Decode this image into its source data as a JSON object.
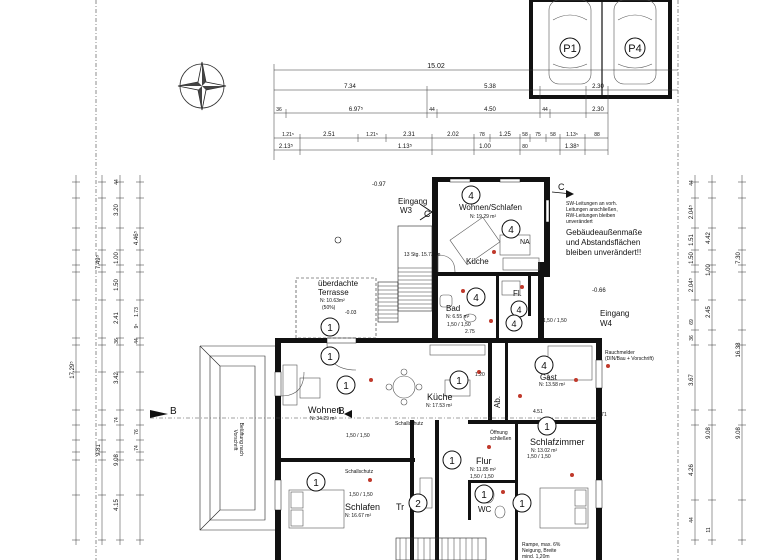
{
  "parking": {
    "p1": "P1",
    "p4": "P4"
  },
  "dims_top": {
    "overall": "15.02",
    "row2": [
      "7.34",
      "5.38",
      "2.30"
    ],
    "row3": [
      "36",
      "6.97⁵",
      "44",
      "4.50",
      "44",
      "2.30"
    ],
    "row4": [
      "1.21⁵",
      "2.51",
      "1.21⁵",
      "2.31",
      "2.02",
      "78",
      "1.25",
      "58",
      "75",
      "58",
      "1.13⁵",
      "88"
    ],
    "row5": [
      "2.13⁵",
      "1.13⁵",
      "1.00",
      "80",
      "1.38⁵"
    ]
  },
  "dims_left": {
    "outer": "17.29⁵",
    "col2": [
      "7.49⁵",
      "9.81"
    ],
    "col3": [
      "44",
      "3.20",
      "4.46⁵",
      "1.00",
      "1.50",
      "2.41",
      "36",
      "3.42",
      "74",
      "9.08",
      "4.15"
    ],
    "col4": [
      "1.73",
      "9⁵",
      "44",
      "76",
      "74"
    ]
  },
  "dims_right": {
    "col1": [
      "44",
      "2.04⁵",
      "1.51",
      "1.50",
      "2.04⁵",
      "69",
      "2.45",
      "36",
      "3.67",
      "4.26",
      "44"
    ],
    "col2": [
      "4.42",
      "1.00",
      "9.08",
      "11"
    ],
    "col3": [
      "7.30",
      "16.38",
      "9.08"
    ]
  },
  "rooms": {
    "wohnen_top": {
      "num": "4",
      "name": "Wohnen/Schlafen",
      "area": "N: 19.29 m²"
    },
    "kueche_top": {
      "num": "4",
      "name": "Küche"
    },
    "bad": {
      "num": "4",
      "name": "Bad",
      "area": "N: 6.55 m²"
    },
    "fl": {
      "num": "4",
      "name": "Fl."
    },
    "num4_c": "4",
    "gast": {
      "num": "4",
      "name": "Gast",
      "area": "N: 13.58 m²"
    },
    "terrasse": {
      "num": "1",
      "name": "überdachte\nTerrasse",
      "area": "N: 10.63m²",
      "note": "(50%)"
    },
    "wohnen": {
      "num": "1",
      "name": "Wohnen",
      "area": "N: 34.29 m²"
    },
    "kueche": {
      "num": "1",
      "name": "Küche",
      "area": "N: 17.53 m²"
    },
    "schlafzimmer": {
      "num": "1",
      "name": "Schlafzimmer",
      "area": "N: 13.02 m²"
    },
    "flur": {
      "num": "1",
      "name": "Flur",
      "area": "N: 11.85 m²"
    },
    "schlafen": {
      "num": "1",
      "name": "Schlafen",
      "area": "N: 16.67 m²"
    },
    "tr": {
      "num": "2",
      "name": "Tr"
    },
    "wc": {
      "num": "1",
      "name": "WC"
    },
    "ab": {
      "name": "Ab."
    },
    "stair_num": "1"
  },
  "labels": {
    "eingang_w3": "Eingang\nW3",
    "eingang_w4": "Eingang\nW4",
    "note": "Gebäudeaußenmaße\nund Abstandsflächen\nbleiben unverändert!!",
    "note_small": "SW-Leitungen an vorh.\nLeitungen anschließen,\nRW-Leitungen bleiben\nunverändert",
    "rauchmelder": "Rauchmelder\n(DIN/Bau + Vorschrift)",
    "rampe": "Rampe, max. 6%\nNeigung, Breite\nmind. 1,20m",
    "section_b": "B",
    "section_c": "C",
    "na": "NA",
    "stairs": "13 Stg.\n15.73cm",
    "opening": "Öffnung\nschließen",
    "dim_1_50": "1,50 / 1,50",
    "dim_2_75": "2.75",
    "dim_4_51": "4.51",
    "dim_1_20": "1.20",
    "dim_0_97": "-0.97",
    "dim_0_66": "-0.66",
    "dim_0_03": "-0.03",
    "dim_3_71": "3.71",
    "schallschutz": "Schallschutz",
    "belueftung": "Belüftung nach\nVorschrift"
  }
}
